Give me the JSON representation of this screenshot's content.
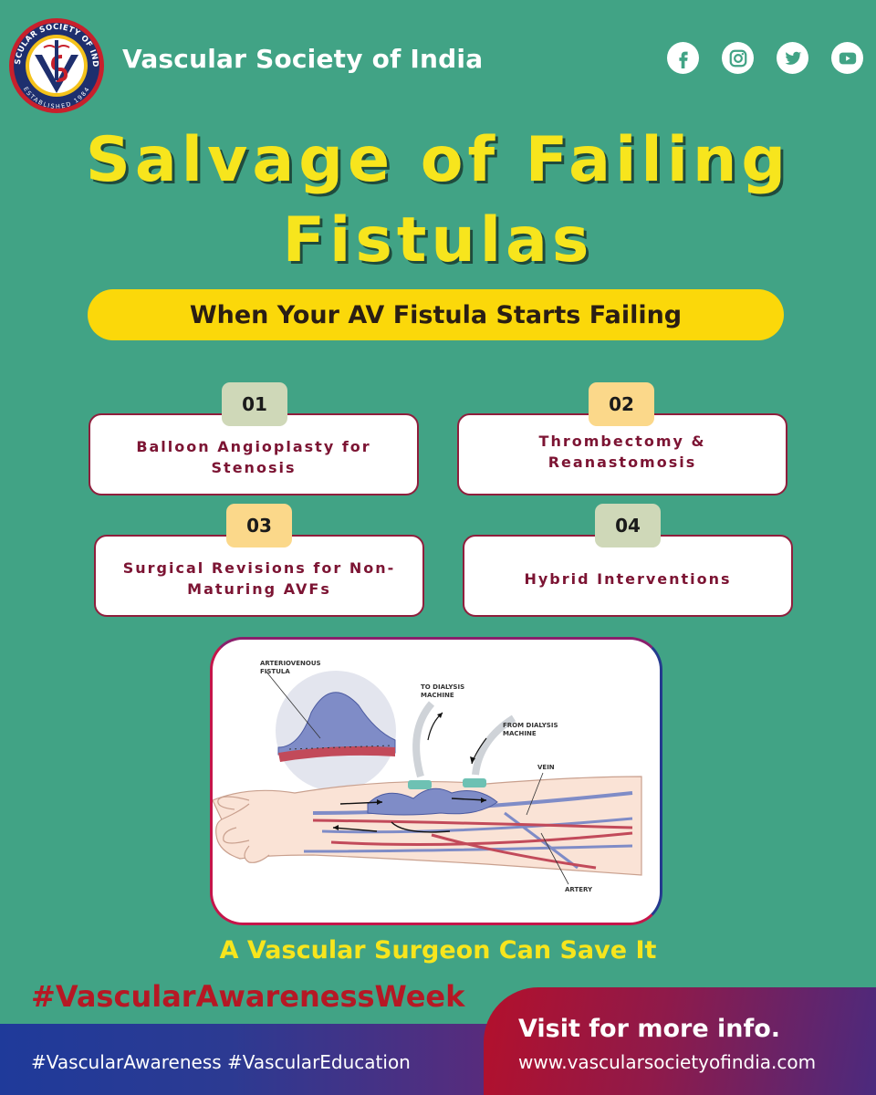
{
  "header": {
    "org_name": "Vascular Society of India",
    "logo": {
      "ring_text": "VASCULAR SOCIETY OF INDIA",
      "bottom_text": "ESTABLISHED 1984",
      "monogram": "VSI"
    },
    "socials": [
      {
        "icon": "facebook-icon"
      },
      {
        "icon": "instagram-icon"
      },
      {
        "icon": "twitter-icon"
      },
      {
        "icon": "youtube-icon"
      }
    ]
  },
  "title": {
    "line1": "Salvage of Failing",
    "line2": "Fistulas"
  },
  "subtitle": "When Your AV Fistula Starts Failing",
  "steps": [
    {
      "number": "01",
      "text": "Balloon Angioplasty for Stenosis"
    },
    {
      "number": "02",
      "text": "Thrombectomy & Reanastomosis"
    },
    {
      "number": "03",
      "text": "Surgical Revisions for Non-Maturing AVFs"
    },
    {
      "number": "04",
      "text": "Hybrid Interventions"
    }
  ],
  "illustration": {
    "labels": {
      "fistula_1": "ARTERIOVENOUS",
      "fistula_2": "FISTULA",
      "to_1": "TO DIALYSIS",
      "to_2": "MACHINE",
      "from_1": "FROM DIALYSIS",
      "from_2": "MACHINE",
      "vein": "VEIN",
      "artery": "ARTERY"
    }
  },
  "tagline": "A Vascular Surgeon Can Save It",
  "footer": {
    "hashtag_main": "#VascularAwarenessWeek",
    "hashtags": "#VascularAwareness #VascularEducation",
    "visit": "Visit for more info.",
    "url": "www.vascularsocietyofindia.com"
  },
  "colors": {
    "background": "#41a385",
    "title_yellow": "#f7e51d",
    "pill_yellow": "#fbd80a",
    "card_border": "#8f1e3c",
    "hashtag_red": "#b61824"
  }
}
